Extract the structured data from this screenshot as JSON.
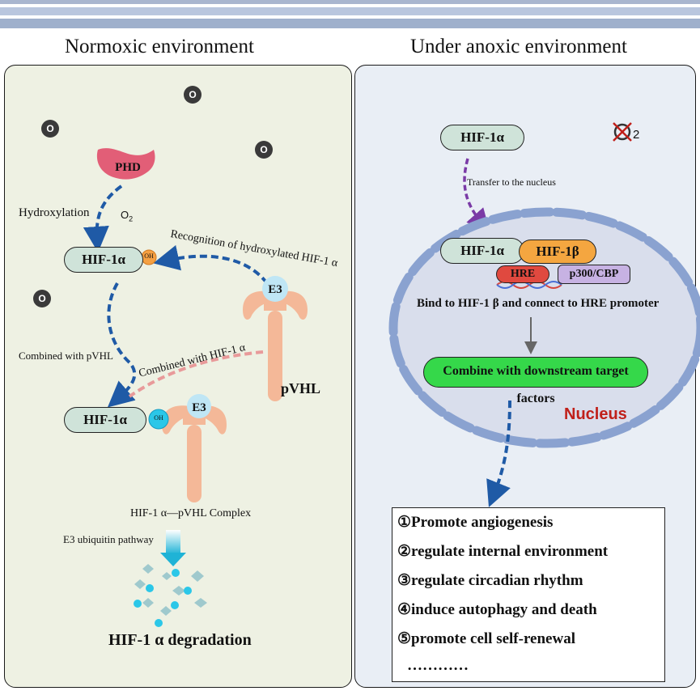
{
  "header": {
    "left_title": "Normoxic environment",
    "right_title": "Under anoxic environment"
  },
  "left": {
    "oxygen_symbol": "O",
    "phd": "PHD",
    "hydroxylation": "Hydroxylation",
    "o2_label": "O",
    "o2_sub": "2",
    "hif_label": "HIF-1α",
    "oh": "OH",
    "recognition": "Recognition of hydroxylated HIF-1 α",
    "e3": "E3",
    "combined_pvhl": "Combined with pVHL",
    "combined_hif": "Combined with HIF-1 α",
    "pvhl": "pVHL",
    "complex": "HIF-1 α—pVHL Complex",
    "ubiquitin": "E3 ubiquitin pathway",
    "degradation": "HIF-1 α degradation"
  },
  "right": {
    "hif_label": "HIF-1α",
    "no_o2_symbol": "O",
    "no_o2_sub": "2",
    "transfer": "Transfer to the nucleus",
    "hif_beta": "HIF-1β",
    "hre": "HRE",
    "p300": "p300/CBP",
    "bind": "Bind to HIF-1 β and connect to HRE promoter",
    "combine": "Combine with downstream target factors",
    "nucleus": "Nucleus",
    "effects": [
      "①Promote angiogenesis",
      "②regulate internal environment",
      "③regulate circadian rhythm",
      "④induce autophagy and death",
      "⑤promote cell self-renewal",
      "…………"
    ]
  },
  "colors": {
    "left_panel_bg": "#eef1e3",
    "right_panel_bg": "#e9eef5",
    "pill_fill": "#cfe3d9",
    "phd": "#e25e77",
    "pvhl": "#f4b898",
    "e3": "#bfe6f5",
    "arrow_blue": "#1f5aa6",
    "arrow_pink": "#e89a9a",
    "arrow_cyan": "#25b5d2",
    "hif_beta": "#f4a640",
    "hre": "#e0493f",
    "p300": "#c7b2e3",
    "combine": "#35d84a",
    "nucleus_text": "#c0201a",
    "nucleus_membrane": "#8aa2d0",
    "transfer_arrow": "#7a3aa6"
  }
}
